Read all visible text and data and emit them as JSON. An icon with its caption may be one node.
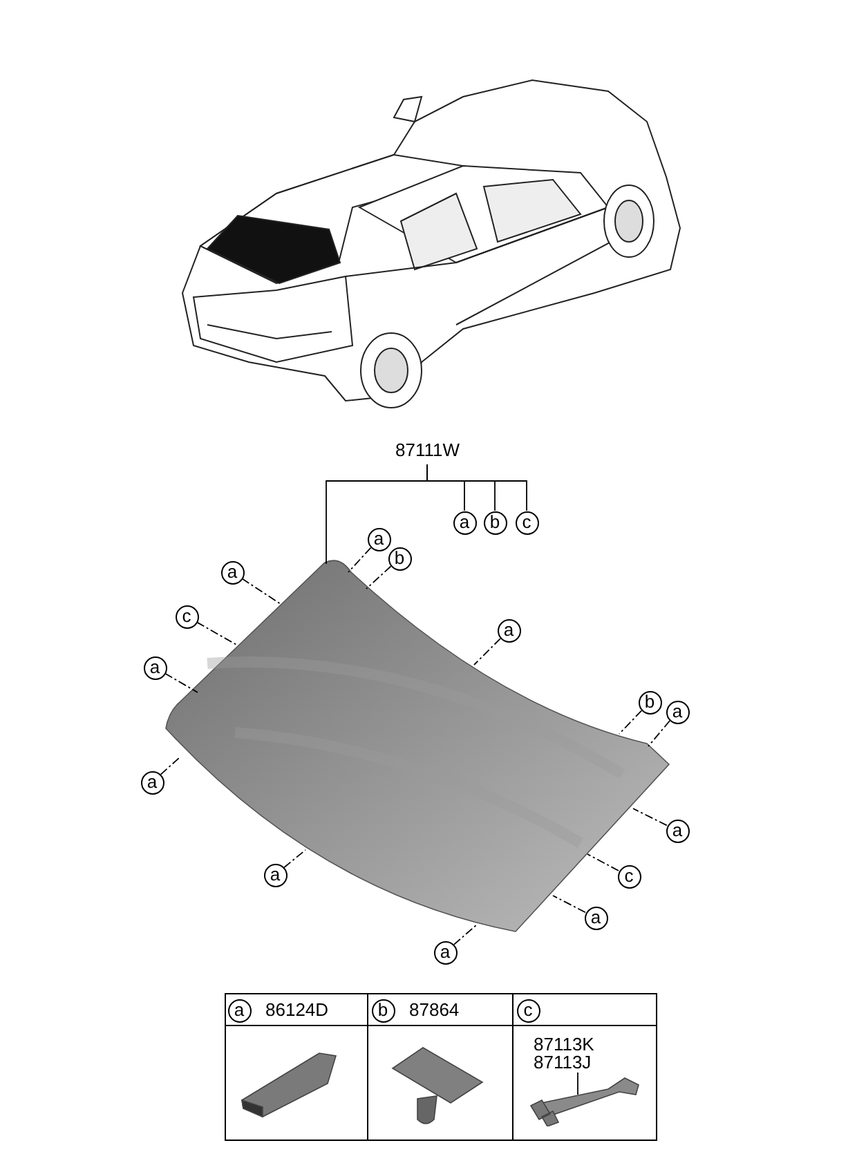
{
  "diagram": {
    "nodes": [
      {
        "text": [
          "87111W"
        ]
      },
      {
        "text": [
          "a"
        ]
      },
      {
        "text": [
          "b"
        ]
      },
      {
        "text": [
          "c"
        ]
      },
      {
        "text": [],
        "shape": "picture"
      },
      {
        "text": [
          "a"
        ]
      },
      {
        "text": [
          "b"
        ]
      },
      {
        "text": [
          "a"
        ]
      },
      {
        "text": [
          "c"
        ]
      },
      {
        "text": [
          "a"
        ]
      },
      {
        "text": [
          "a"
        ]
      },
      {
        "text": [
          "b"
        ]
      },
      {
        "text": [
          "a"
        ]
      },
      {
        "text": [
          "a"
        ]
      },
      {
        "text": [
          "a"
        ]
      },
      {
        "text": [
          "a"
        ]
      },
      {
        "text": [
          "c"
        ]
      },
      {
        "text": [
          "a"
        ]
      },
      {
        "text": [
          "a"
        ]
      },
      {
        "text": [
          "87113K",
          "87113J"
        ]
      },
      {
        "text": [],
        "shape": "picture"
      },
      {
        "text": [
          "a"
        ]
      },
      {
        "text": [
          "86124D"
        ]
      },
      {
        "text": [
          "b"
        ]
      },
      {
        "text": [
          "87864"
        ]
      },
      {
        "text": [
          "c"
        ]
      }
    ],
    "edges": [
      {
        "from": 0,
        "to": 1,
        "arrow": "none"
      },
      {
        "from": 0,
        "to": 2,
        "arrow": "none"
      },
      {
        "from": 0,
        "to": 3,
        "arrow": "none"
      },
      {
        "from": 0,
        "to": 4,
        "arrow": "none"
      },
      {
        "from": 5,
        "to": 4,
        "arrow": "none",
        "style": "dashed"
      },
      {
        "from": 6,
        "to": 4,
        "arrow": "none",
        "style": "dashed"
      },
      {
        "from": 7,
        "to": 4,
        "arrow": "none",
        "style": "dashed"
      },
      {
        "from": 8,
        "to": 4,
        "arrow": "none",
        "style": "dashed"
      },
      {
        "from": 9,
        "to": 4,
        "arrow": "none",
        "style": "dashed"
      },
      {
        "from": 10,
        "to": 4,
        "arrow": "none",
        "style": "dashed"
      },
      {
        "from": 11,
        "to": 4,
        "arrow": "none",
        "style": "dashed"
      },
      {
        "from": 12,
        "to": 4,
        "arrow": "none",
        "style": "dashed"
      },
      {
        "from": 13,
        "to": 4,
        "arrow": "none",
        "style": "dashed"
      },
      {
        "from": 14,
        "to": 4,
        "arrow": "none",
        "style": "dashed"
      },
      {
        "from": 15,
        "to": 4,
        "arrow": "none",
        "style": "dashed"
      },
      {
        "from": 16,
        "to": 4,
        "arrow": "none",
        "style": "dashed"
      },
      {
        "from": 17,
        "to": 4,
        "arrow": "none",
        "style": "dashed"
      },
      {
        "from": 18,
        "to": 4,
        "arrow": "none",
        "style": "dashed"
      },
      {
        "from": 19,
        "to": 20,
        "arrow": "none"
      }
    ]
  }
}
